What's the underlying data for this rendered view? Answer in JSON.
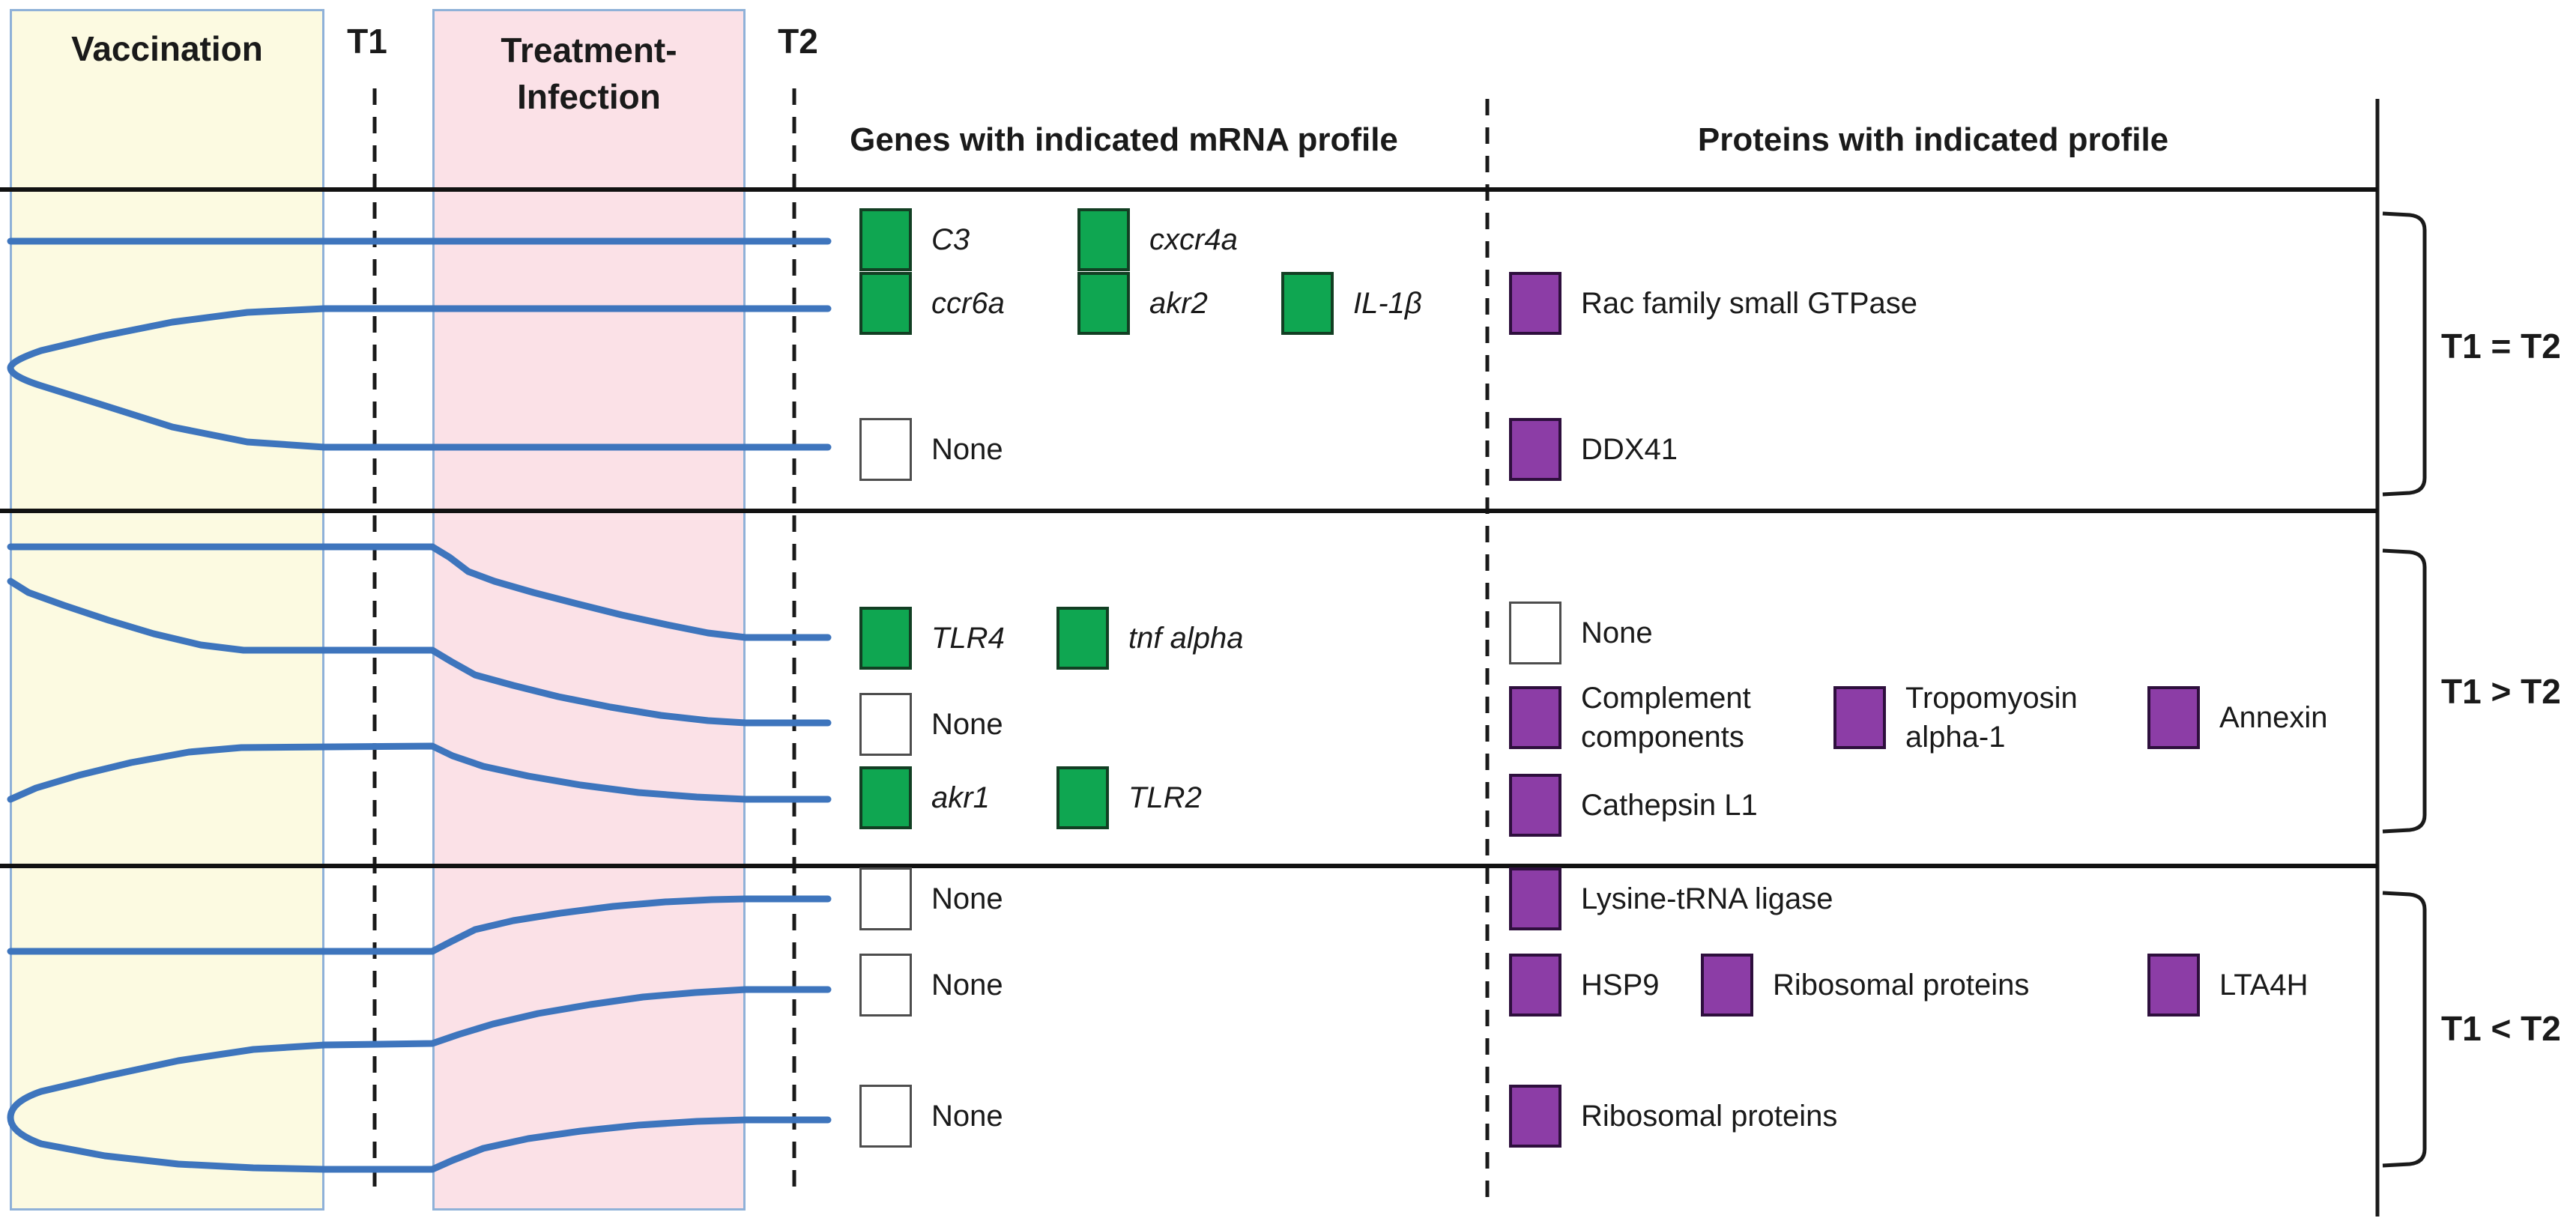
{
  "timeline": {
    "vaccination": "Vaccination",
    "t1": "T1",
    "treatment_line1": "Treatment-",
    "treatment_line2": "Infection",
    "t2": "T2"
  },
  "headers": {
    "genes": "Genes with indicated mRNA profile",
    "proteins": "Proteins with indicated profile"
  },
  "sections": [
    {
      "bracket_label": "T1 = T2",
      "genes": [
        {
          "label": "C3"
        },
        {
          "label": "cxcr4a"
        },
        {
          "label": "ccr6a"
        },
        {
          "label": "akr2"
        },
        {
          "label": "IL-1β"
        },
        {
          "label": "None"
        }
      ],
      "proteins": [
        {
          "label": "Rac family small GTPase"
        },
        {
          "label": "DDX41"
        }
      ]
    },
    {
      "bracket_label": "T1 > T2",
      "genes": [
        {
          "label": "TLR4"
        },
        {
          "label": "tnf alpha"
        },
        {
          "label": "None"
        },
        {
          "label": "akr1"
        },
        {
          "label": "TLR2"
        }
      ],
      "proteins": [
        {
          "label": "None"
        },
        {
          "label": "Complement components"
        },
        {
          "label": "Tropomyosin alpha-1"
        },
        {
          "label": "Annexin"
        },
        {
          "label": "Cathepsin L1"
        }
      ]
    },
    {
      "bracket_label": "T1 < T2",
      "genes": [
        {
          "label": "None"
        },
        {
          "label": "None"
        },
        {
          "label": "None"
        }
      ],
      "proteins": [
        {
          "label": "Lysine-tRNA ligase"
        },
        {
          "label": "HSP9"
        },
        {
          "label": "Ribosomal proteins"
        },
        {
          "label": "LTA4H"
        },
        {
          "label": "Ribosomal proteins"
        }
      ]
    }
  ],
  "legend_colors": {
    "gene_square": "#0fa651",
    "protein_square": "#8c3da6",
    "profile_line": "#3e75bd",
    "vaccination_bg": "#fcfae1",
    "treatment_bg": "#fbe1e7",
    "box_border": "#8fb1d8"
  }
}
